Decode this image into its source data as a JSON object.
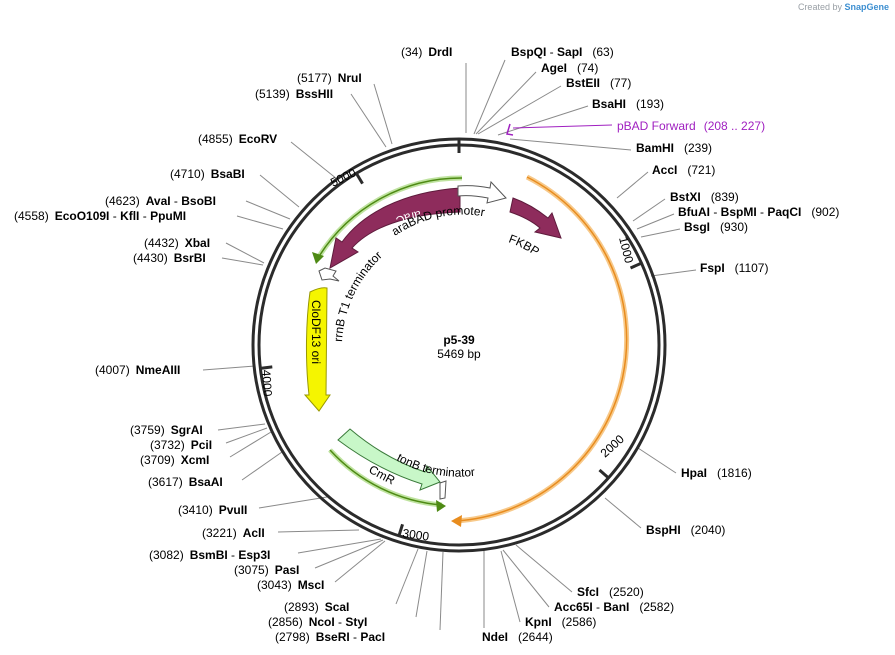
{
  "credit": {
    "prefix": "Created by",
    "brand": "SnapGene"
  },
  "plasmid": {
    "name": "p5-39",
    "length_label": "5469 bp",
    "length": 5469
  },
  "ticks": [
    {
      "pos": 1000,
      "label": "1000"
    },
    {
      "pos": 2000,
      "label": "2000"
    },
    {
      "pos": 3000,
      "label": "3000"
    },
    {
      "pos": 4000,
      "label": "4000"
    },
    {
      "pos": 5000,
      "label": "5000"
    }
  ],
  "colors": {
    "ring": "#2b2b2b",
    "leader": "#8a8a8a",
    "araC": "#8e2c5c",
    "FKBP": "#8e2c5c",
    "ori": "#f5f500",
    "CmR": "#c8f7c8",
    "promoter": "#ffffff",
    "terminator": "#ffffff",
    "orange_arc": "#f3a13a",
    "green_arc": "#5a9a1a",
    "primer": "#a020c0"
  },
  "features": {
    "araC": "araC",
    "araBAD_promoter": "araBAD promoter",
    "FKBP": "FKBP",
    "rrnB": "rrnB T1 terminator",
    "ori": "CloDF13 ori",
    "CmR": "CmR",
    "tonB": "tonB terminator"
  },
  "primer": {
    "name": "pBAD Forward",
    "range": "(208 .. 227)"
  },
  "sites": [
    {
      "lbl": [
        {
          "t": "(34)"
        },
        {
          "t": "DrdI",
          "b": true
        }
      ]
    },
    {
      "lbl": [
        {
          "t": "BspQI",
          "b": true
        },
        {
          "t": " - "
        },
        {
          "t": "SapI",
          "b": true
        },
        {
          "t": "(63)"
        }
      ]
    },
    {
      "lbl": [
        {
          "t": "AgeI",
          "b": true
        },
        {
          "t": "(74)"
        }
      ]
    },
    {
      "lbl": [
        {
          "t": "BstEII",
          "b": true
        },
        {
          "t": "(77)"
        }
      ]
    },
    {
      "lbl": [
        {
          "t": "BsaHI",
          "b": true
        },
        {
          "t": "(193)"
        }
      ]
    },
    {
      "lbl": [
        {
          "t": "BamHI",
          "b": true
        },
        {
          "t": "(239)"
        }
      ]
    },
    {
      "lbl": [
        {
          "t": "AccI",
          "b": true
        },
        {
          "t": "(721)"
        }
      ]
    },
    {
      "lbl": [
        {
          "t": "BstXI",
          "b": true
        },
        {
          "t": "(839)"
        }
      ]
    },
    {
      "lbl": [
        {
          "t": "BfuAI",
          "b": true
        },
        {
          "t": " - "
        },
        {
          "t": "BspMI",
          "b": true
        },
        {
          "t": " - "
        },
        {
          "t": "PaqCI",
          "b": true
        },
        {
          "t": "(902)"
        }
      ]
    },
    {
      "lbl": [
        {
          "t": "BsgI",
          "b": true
        },
        {
          "t": "(930)"
        }
      ]
    },
    {
      "lbl": [
        {
          "t": "FspI",
          "b": true
        },
        {
          "t": "(1107)"
        }
      ]
    },
    {
      "lbl": [
        {
          "t": "HpaI",
          "b": true
        },
        {
          "t": "(1816)"
        }
      ]
    },
    {
      "lbl": [
        {
          "t": "BspHI",
          "b": true
        },
        {
          "t": "(2040)"
        }
      ]
    },
    {
      "lbl": [
        {
          "t": "SfcI",
          "b": true
        },
        {
          "t": "(2520)"
        }
      ]
    },
    {
      "lbl": [
        {
          "t": "Acc65I",
          "b": true
        },
        {
          "t": " - "
        },
        {
          "t": "BanI",
          "b": true
        },
        {
          "t": "(2582)"
        }
      ]
    },
    {
      "lbl": [
        {
          "t": "KpnI",
          "b": true
        },
        {
          "t": "(2586)"
        }
      ]
    },
    {
      "lbl": [
        {
          "t": "NdeI",
          "b": true
        },
        {
          "t": "(2644)"
        }
      ]
    },
    {
      "lbl": [
        {
          "t": "(2798)"
        },
        {
          "t": "BseRI",
          "b": true
        },
        {
          "t": " - "
        },
        {
          "t": "PacI",
          "b": true
        }
      ]
    },
    {
      "lbl": [
        {
          "t": "(2856)"
        },
        {
          "t": "NcoI",
          "b": true
        },
        {
          "t": " - "
        },
        {
          "t": "StyI",
          "b": true
        }
      ]
    },
    {
      "lbl": [
        {
          "t": "(2893)"
        },
        {
          "t": "ScaI",
          "b": true
        }
      ]
    },
    {
      "lbl": [
        {
          "t": "(3043)"
        },
        {
          "t": "MscI",
          "b": true
        }
      ]
    },
    {
      "lbl": [
        {
          "t": "(3075)"
        },
        {
          "t": "PasI",
          "b": true
        }
      ]
    },
    {
      "lbl": [
        {
          "t": "(3082)"
        },
        {
          "t": "BsmBI",
          "b": true
        },
        {
          "t": " - "
        },
        {
          "t": "Esp3I",
          "b": true
        }
      ]
    },
    {
      "lbl": [
        {
          "t": "(3221)"
        },
        {
          "t": "AclI",
          "b": true
        }
      ]
    },
    {
      "lbl": [
        {
          "t": "(3410)"
        },
        {
          "t": "PvuII",
          "b": true
        }
      ]
    },
    {
      "lbl": [
        {
          "t": "(3617)"
        },
        {
          "t": "BsaAI",
          "b": true
        }
      ]
    },
    {
      "lbl": [
        {
          "t": "(3709)"
        },
        {
          "t": "XcmI",
          "b": true
        }
      ]
    },
    {
      "lbl": [
        {
          "t": "(3732)"
        },
        {
          "t": "PciI",
          "b": true
        }
      ]
    },
    {
      "lbl": [
        {
          "t": "(3759)"
        },
        {
          "t": "SgrAI",
          "b": true
        }
      ]
    },
    {
      "lbl": [
        {
          "t": "(4007)"
        },
        {
          "t": "NmeAIII",
          "b": true
        }
      ]
    },
    {
      "lbl": [
        {
          "t": "(4430)"
        },
        {
          "t": "BsrBI",
          "b": true
        }
      ]
    },
    {
      "lbl": [
        {
          "t": "(4432)"
        },
        {
          "t": "XbaI",
          "b": true
        }
      ]
    },
    {
      "lbl": [
        {
          "t": "(4558)"
        },
        {
          "t": "EcoO109I",
          "b": true
        },
        {
          "t": " - "
        },
        {
          "t": "KflI",
          "b": true
        },
        {
          "t": " - "
        },
        {
          "t": "PpuMI",
          "b": true
        }
      ]
    },
    {
      "lbl": [
        {
          "t": "(4623)"
        },
        {
          "t": "AvaI",
          "b": true
        },
        {
          "t": " - "
        },
        {
          "t": "BsoBI",
          "b": true
        }
      ]
    },
    {
      "lbl": [
        {
          "t": "(4710)"
        },
        {
          "t": "BsaBI",
          "b": true
        }
      ]
    },
    {
      "lbl": [
        {
          "t": "(4855)"
        },
        {
          "t": "EcoRV",
          "b": true
        }
      ]
    },
    {
      "lbl": [
        {
          "t": "(5139)"
        },
        {
          "t": "BssHII",
          "b": true
        }
      ]
    },
    {
      "lbl": [
        {
          "t": "(5177)"
        },
        {
          "t": "NruI",
          "b": true
        }
      ]
    }
  ]
}
